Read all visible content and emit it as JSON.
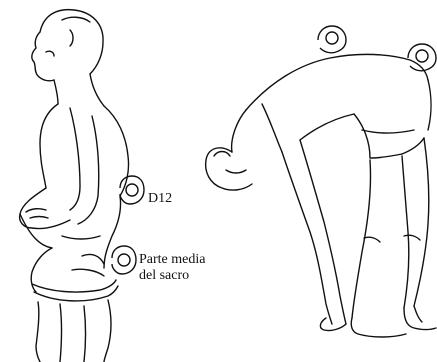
{
  "labels": {
    "d12": "D12",
    "sacrum_line1": "Parte media",
    "sacrum_line2": "del sacro"
  },
  "icons": {
    "marker": "inclinometer-marker-icon"
  },
  "colors": {
    "ink": "#111111",
    "background": "#ffffff"
  }
}
